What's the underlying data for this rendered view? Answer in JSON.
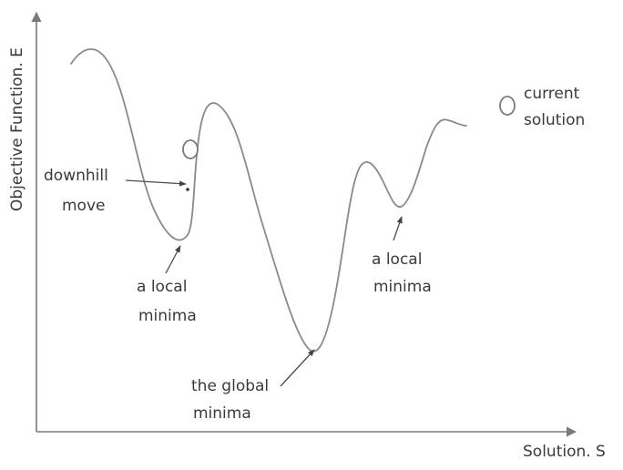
{
  "axes": {
    "y_label": "Objective Function. E",
    "x_label": "Solution. S"
  },
  "legend": {
    "marker_label_line1": "current",
    "marker_label_line2": "solution"
  },
  "annotations": {
    "downhill": {
      "line1": "downhill",
      "line2": "move"
    },
    "local_minima_left": {
      "line1": "a local",
      "line2": "minima"
    },
    "global_minima": {
      "line1": "the global",
      "line2": "minima"
    },
    "local_minima_right": {
      "line1": "a local",
      "line2": "minima"
    }
  }
}
